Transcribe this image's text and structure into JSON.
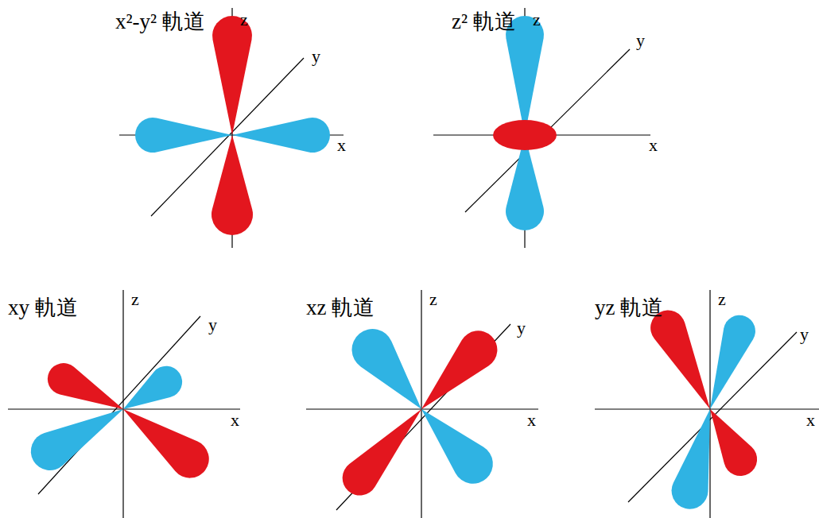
{
  "diagram": {
    "labels": [
      "x²-y² 軌道",
      "z",
      "y",
      "x",
      "z² 軌道",
      "z",
      "y",
      "x",
      "xy 軌道",
      "z",
      "y",
      "x",
      "xz 軌道",
      "z",
      "y",
      "x",
      "yz 軌道",
      "z",
      "y",
      "x"
    ]
  }
}
